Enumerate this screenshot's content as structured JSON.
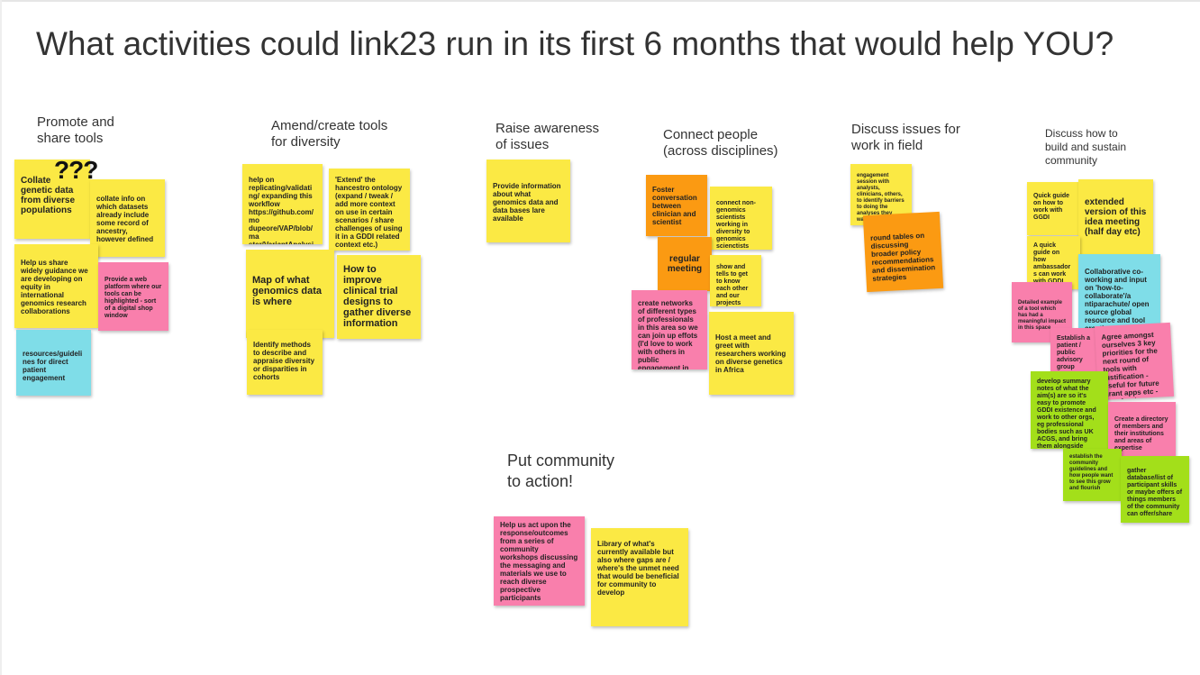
{
  "title": "What activities could link23 run in its first 6 months that would help YOU?",
  "annotation": "???",
  "headings": {
    "promote": "Promote and\nshare tools",
    "amend": "Amend/create tools\nfor diversity",
    "raise": "Raise awareness\nof issues",
    "connect": "Connect people\n(across disciplines)",
    "discuss_issues": "Discuss issues for\nwork in field",
    "discuss_community": "Discuss how to\nbuild and sustain\ncommunity",
    "put_community": "Put community\nto action!"
  },
  "notes": {
    "promote": [
      "Collate genetic data from diverse populations",
      "collate info on which datasets already include some record of ancestry, however defined",
      "Help us share widely guidance we are developing on equity in international genomics research collaborations",
      "Provide a web platform where our tools can be highlighted - sort of a digital shop window",
      "resources/guidelines for direct patient engagement"
    ],
    "amend": [
      "help on replicating/validating/ expanding this workflow https://github.com/mo dupeore/VAP/blob/ma ster/VariantAnalysisPi peline.pl",
      "'Extend' the hancestro ontology (expand / tweak / add more context on use in certain scenarios / share challenges of using it in a GDDI related context etc.)",
      "Map of what genomics data is where",
      "How to improve clinical trial designs to gather diverse information",
      "Identify methods to describe and appraise diversity or disparities in cohorts"
    ],
    "raise": [
      "Provide information about what genomics data and data bases lare available"
    ],
    "connect": [
      "Foster conversation between clinician and scientist",
      "connect non-genomics scientists working in diversity to genomics scienctists",
      "regular meeting",
      "show and tells to get to know each other and our projects",
      "create networks of different types of professionals in this area so we can join up effots (I'd love to work with others in public engagement in this space!)",
      "Host a meet and greet with researchers working on diverse genetics in Africa"
    ],
    "discuss_issues": [
      "engagement session with analysts, clinicians, others, to identify barriers to doing the analyses they want/need",
      "round tables on discussing broader policy recommendations and dissemination strategies"
    ],
    "discuss_community": [
      "Quick guide on how to work with GGDI",
      "extended version of this idea meeting (half day etc)",
      "A quick guide on how ambassadors can work with GDDI",
      "Collaborative co-working and input on 'how-to-collaborate'/a ntiparachute/ open source global resource and tool creation",
      "Detailed example of a tool which has had a meaningful impact in this space",
      "Establish a patient / public advisory group",
      "Agree amongst ourselves 3 key priorities for the next round of tools with justification - useful for future grant apps etc - proof we're meeting an unmet need",
      "develop summary notes of what the aim(s) are so it's easy to promote GDDI existence and work to other orgs, eg professional bodies such as UK ACGS, and bring them alongside",
      "Create a directory of members and their institutions and areas of expertise",
      "establish the community guidelines and how people want to see this grow and flourish",
      "gather database/list of participant skills or maybe offers of things members of the community can offer/share"
    ],
    "put_community": [
      "Help us act upon the response/outcomes from a series of community workshops discussing the messaging and materials we use to reach diverse prospective participants",
      "Library of what's currently available but also where gaps are / where's the unmet need that would be beneficial for community to develop"
    ]
  },
  "colors": {
    "yellow": "#fbe944",
    "cyan": "#7fdde8",
    "pink": "#f97fac",
    "orange": "#fb9a12",
    "green": "#a3df1a",
    "title_text": "#333333"
  }
}
